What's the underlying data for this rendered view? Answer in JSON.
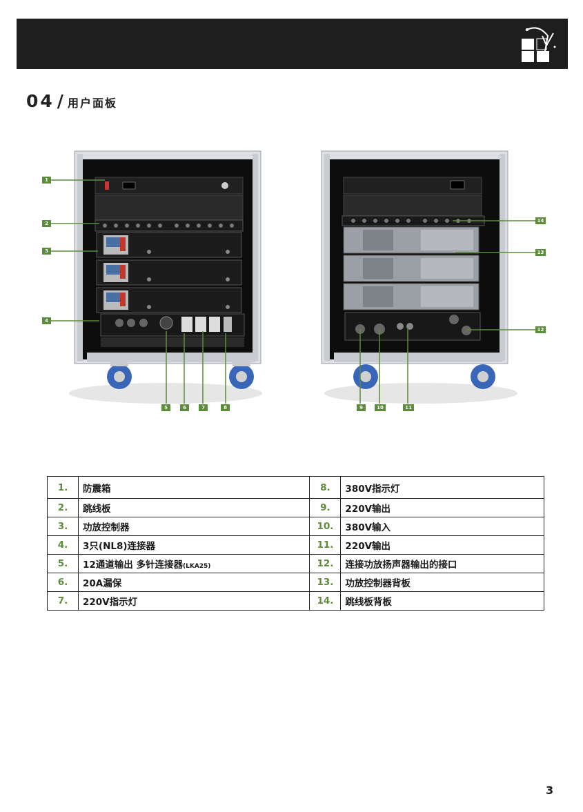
{
  "header": {
    "logo_icon": "brand-logo-icon"
  },
  "section": {
    "number": "04",
    "slash": "/",
    "title": "用户面板"
  },
  "callouts": [
    "1",
    "2",
    "3",
    "4",
    "5",
    "6",
    "7",
    "8",
    "9",
    "10",
    "11",
    "12",
    "13",
    "14"
  ],
  "legend": {
    "rows": [
      {
        "left_num": "1.",
        "left_text": "防震箱",
        "right_num": "8.",
        "right_text": "380V指示灯"
      },
      {
        "left_num": "2.",
        "left_text": "跳线板",
        "right_num": "9.",
        "right_text": "220V输出"
      },
      {
        "left_num": "3.",
        "left_text": "功放控制器",
        "right_num": "10.",
        "right_text": "380V输入"
      },
      {
        "left_num": "4.",
        "left_text": "3只(NL8)连接器",
        "right_num": "11.",
        "right_text": "220V输出"
      },
      {
        "left_num": "5.",
        "left_text": "12通道输出 多针连接器",
        "left_suffix": "(LKA25)",
        "right_num": "12.",
        "right_text": "连接功放扬声器输出的接口"
      },
      {
        "left_num": "6.",
        "left_text": "20A漏保",
        "right_num": "13.",
        "right_text": "功放控制器背板"
      },
      {
        "left_num": "7.",
        "left_text": "220V指示灯",
        "right_num": "14.",
        "right_text": "跳线板背板"
      }
    ]
  },
  "page_number": "3",
  "colors": {
    "accent_green": "#5c8c3c",
    "header_bg": "#1e1e1e"
  }
}
